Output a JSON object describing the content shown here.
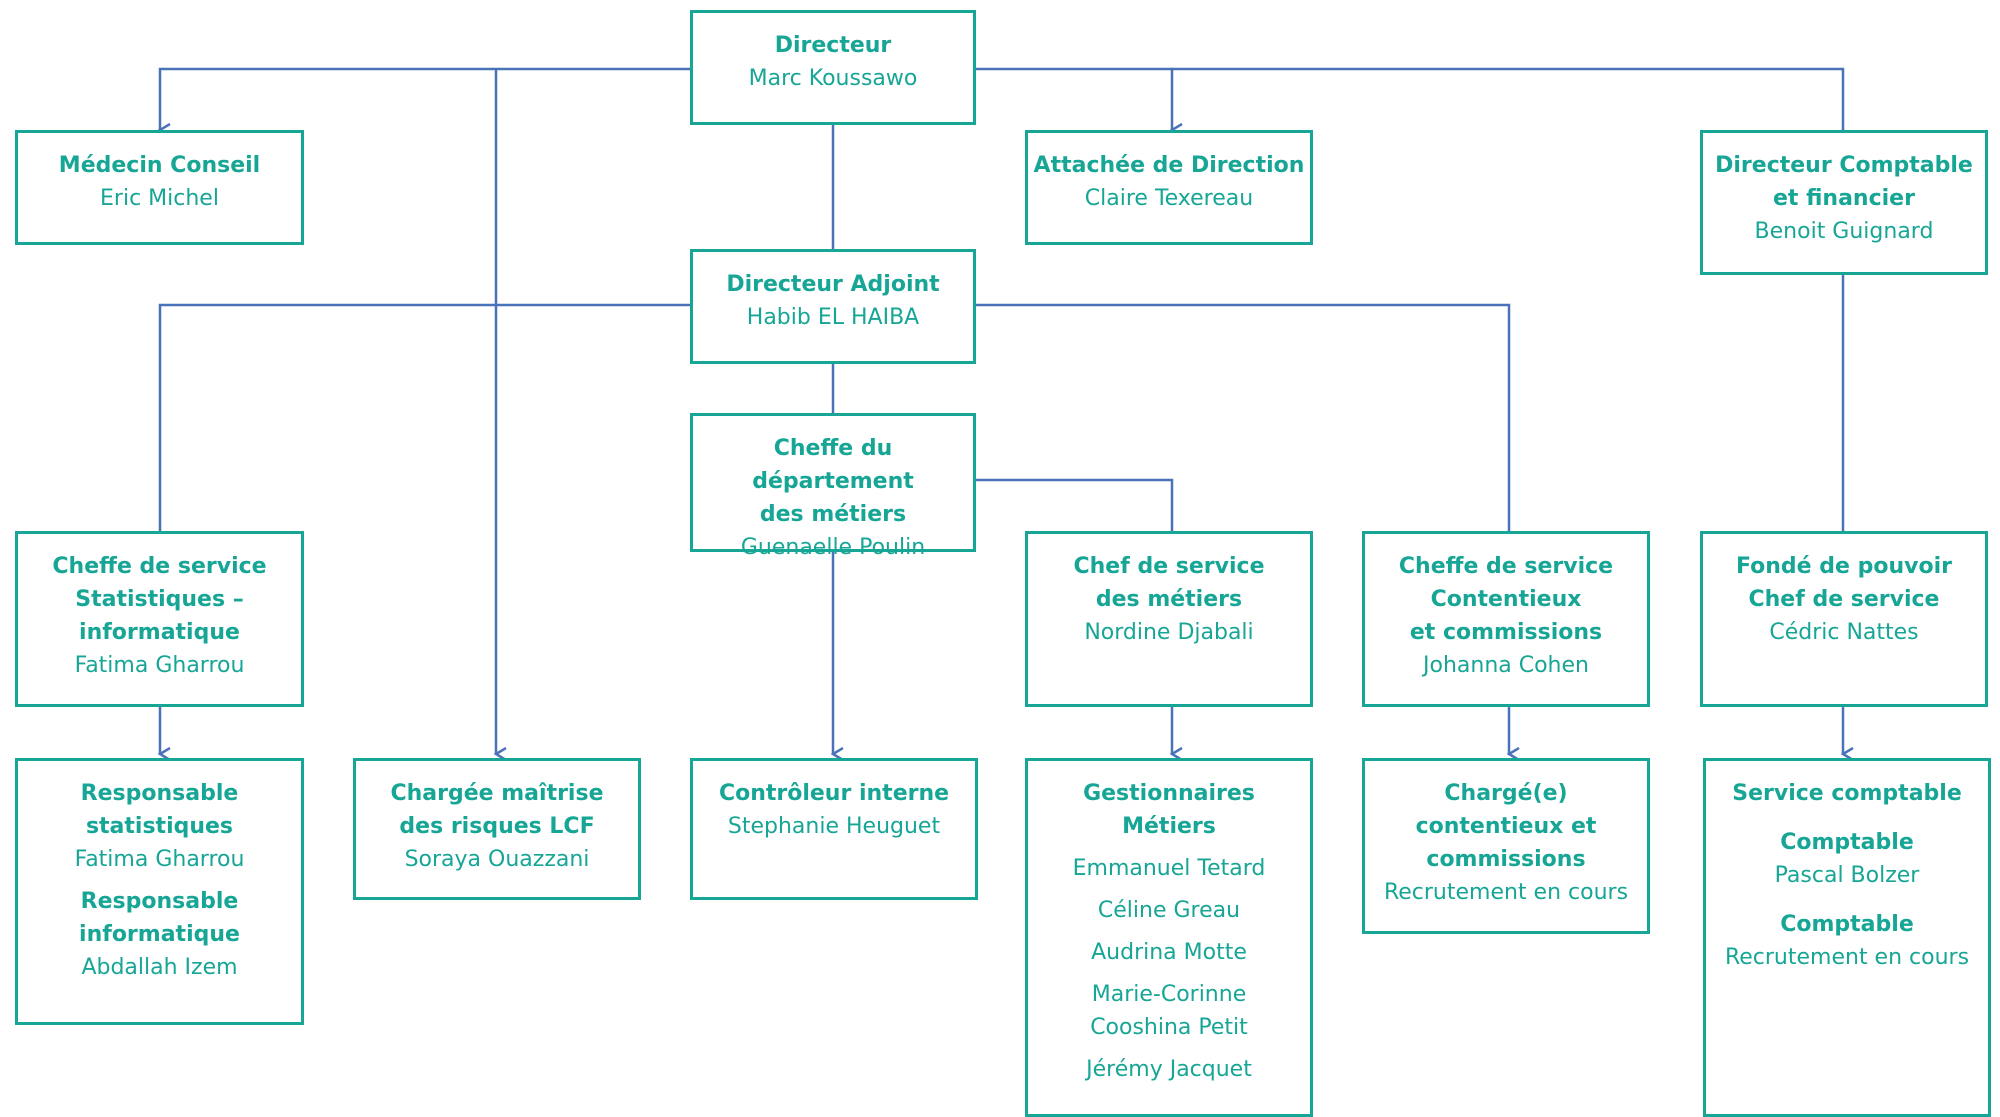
{
  "colors": {
    "line": "#4a72b8",
    "box": "#17a696",
    "background": "#ffffff"
  },
  "directeur": {
    "title": "Directeur",
    "name": "Marc Koussawo"
  },
  "medecin": {
    "title": "Médecin Conseil",
    "name": "Eric Michel"
  },
  "attachee": {
    "title": "Attachée de Direction",
    "name": "Claire Texereau"
  },
  "directeur_comptable": {
    "title": "Directeur Comptable\net financier",
    "name": "Benoit Guignard"
  },
  "directeur_adjoint": {
    "title": "Directeur Adjoint",
    "name": "Habib EL HAIBA"
  },
  "cheffe_departement": {
    "title": "Cheffe du département\ndes métiers",
    "name": "Guenaelle Poulin"
  },
  "cheffe_stat": {
    "title": "Cheffe de service\nStatistiques –\ninformatique",
    "name": "Fatima Gharrou"
  },
  "chef_metiers": {
    "title": "Chef de service\ndes métiers",
    "name": "Nordine Djabali"
  },
  "cheffe_contentieux": {
    "title": "Cheffe de service\nContentieux\net commissions",
    "name": "Johanna Cohen"
  },
  "fonde_pouvoir": {
    "title": "Fondé de pouvoir\nChef de service",
    "name": "Cédric Nattes"
  },
  "responsables": {
    "title1": "Responsable\nstatistiques",
    "name1": "Fatima Gharrou",
    "title2": "Responsable\ninformatique",
    "name2": "Abdallah Izem"
  },
  "chargee_risques": {
    "title": "Chargée maîtrise\ndes risques LCF",
    "name": "Soraya Ouazzani"
  },
  "controleur": {
    "title": "Contrôleur interne",
    "name": "Stephanie Heuguet"
  },
  "gestionnaires": {
    "title": "Gestionnaires\nMétiers",
    "members": [
      "Emmanuel Tetard",
      "Céline Greau",
      "Audrina Motte",
      "Marie-Corinne\nCooshina Petit",
      "Jérémy Jacquet"
    ]
  },
  "charge_contentieux": {
    "title": "Chargé(e)\ncontentieux et\ncommissions",
    "name": "Recrutement en cours"
  },
  "service_comptable": {
    "title": "Service comptable",
    "role1": "Comptable",
    "name1": "Pascal Bolzer",
    "role2": "Comptable",
    "name2": "Recrutement en cours"
  }
}
